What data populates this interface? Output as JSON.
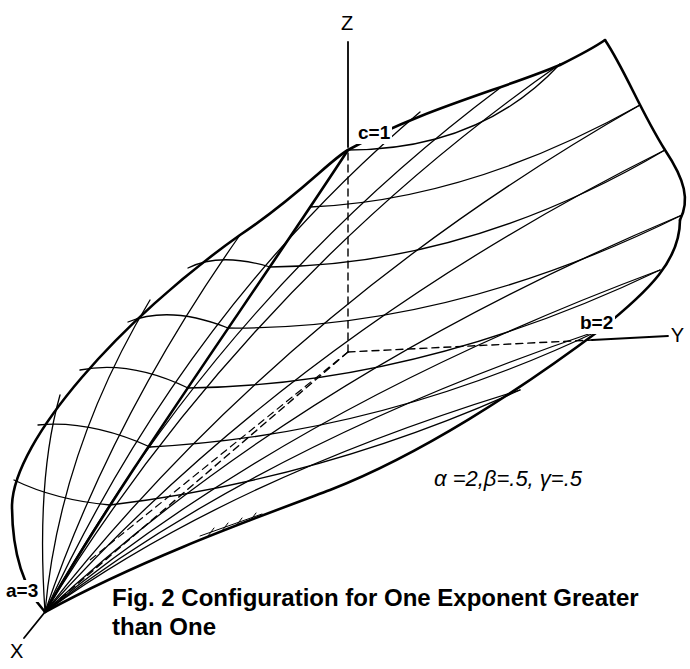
{
  "diagram": {
    "caption": "Fig. 2 Configuration for One Exponent Greater than One",
    "labels": [
      "Z",
      "c=1",
      "b=2",
      "Y",
      "α =2,β=.5, γ=.5",
      "a=3",
      "X"
    ]
  }
}
